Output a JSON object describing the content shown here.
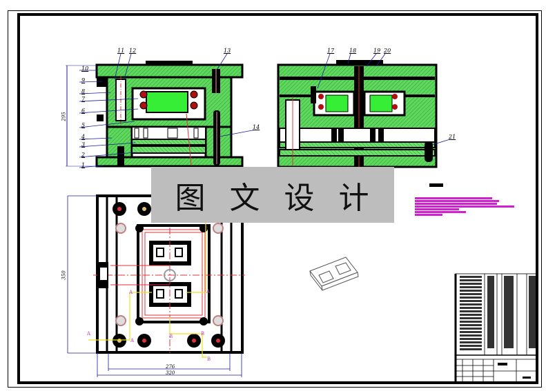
{
  "watermark": {
    "chars": [
      "图",
      "文",
      "设",
      "计"
    ],
    "bg": "#bdbdbd"
  },
  "colors": {
    "hatch": "#5bd65b",
    "hatch_light": "#8ee88e",
    "outline": "#000000",
    "centerline": "#e0303a",
    "leader": "#1a1aa0",
    "section_line": "#f0e020",
    "section_label": "#c040c0",
    "notes": "#d020d0"
  },
  "front_view": {
    "part_labels": [
      "1",
      "2",
      "3",
      "4",
      "5",
      "6",
      "7",
      "8",
      "9",
      "10",
      "11",
      "12",
      "13",
      "14"
    ],
    "overall_height_dim": "295"
  },
  "side_view": {
    "part_labels": [
      "17",
      "18",
      "19",
      "20",
      "21"
    ]
  },
  "plan_view": {
    "width_inner_dim": "276",
    "width_outer_dim": "320",
    "height_dim": "350",
    "section_marks": [
      "A",
      "A",
      "A",
      "A",
      "B",
      "B",
      "B",
      "B"
    ]
  },
  "notes": {
    "title_bar": "",
    "lines": 7
  },
  "bom_table": {
    "rows": 22
  },
  "title_block": {}
}
